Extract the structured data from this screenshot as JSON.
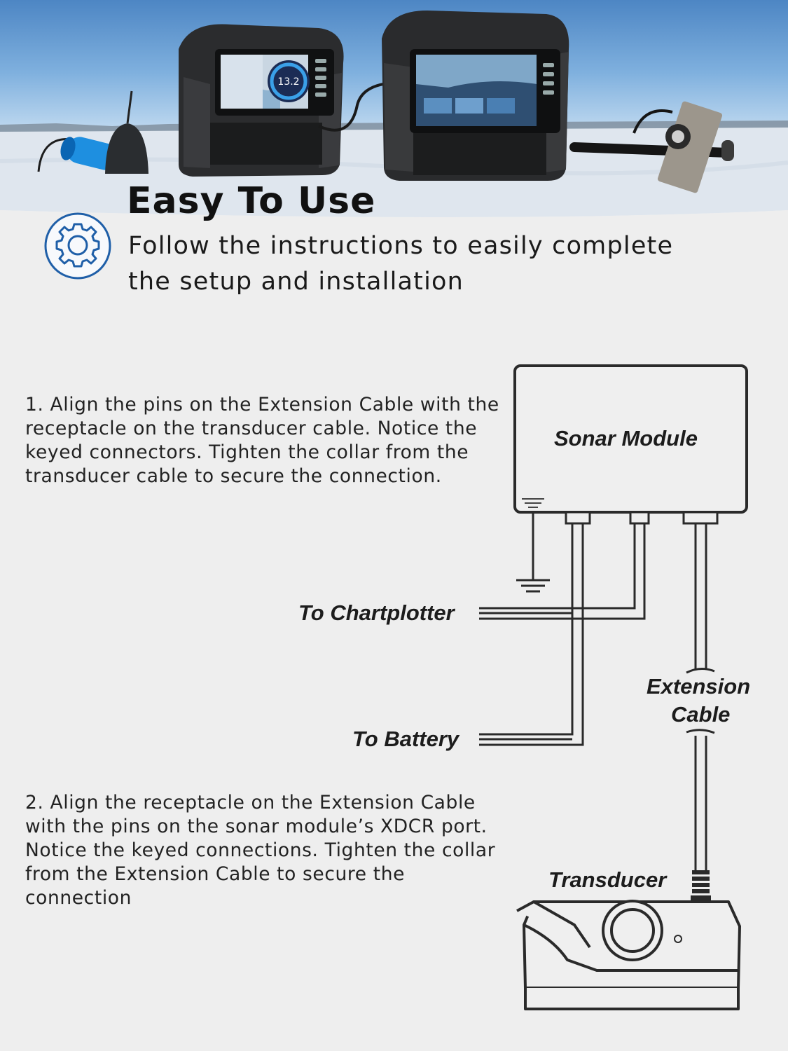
{
  "header": {
    "title": "Easy To Use",
    "subtitle": "Follow the instructions to easily complete the setup and installation",
    "icon": "gear-icon",
    "accent_color": "#1f5fa8"
  },
  "steps": [
    {
      "text": "1. Align the pins on the Extension Cable with the receptacle on the transducer cable. Notice the keyed connectors. Tighten the collar from the transducer cable to secure the connection."
    },
    {
      "text": "2. Align the receptacle on the Extension Cable with the pins on the sonar module’s XDCR port. Notice the keyed connections. Tighten the collar from the Extension Cable to secure the connection"
    }
  ],
  "diagram": {
    "sonar_module": "Sonar Module",
    "to_chartplotter": "To Chartplotter",
    "to_battery": "To Battery",
    "extension_cable_line1": "Extension",
    "extension_cable_line2": "Cable",
    "transducer": "Transducer"
  },
  "photo": {
    "screen1_reading": "13.2"
  }
}
